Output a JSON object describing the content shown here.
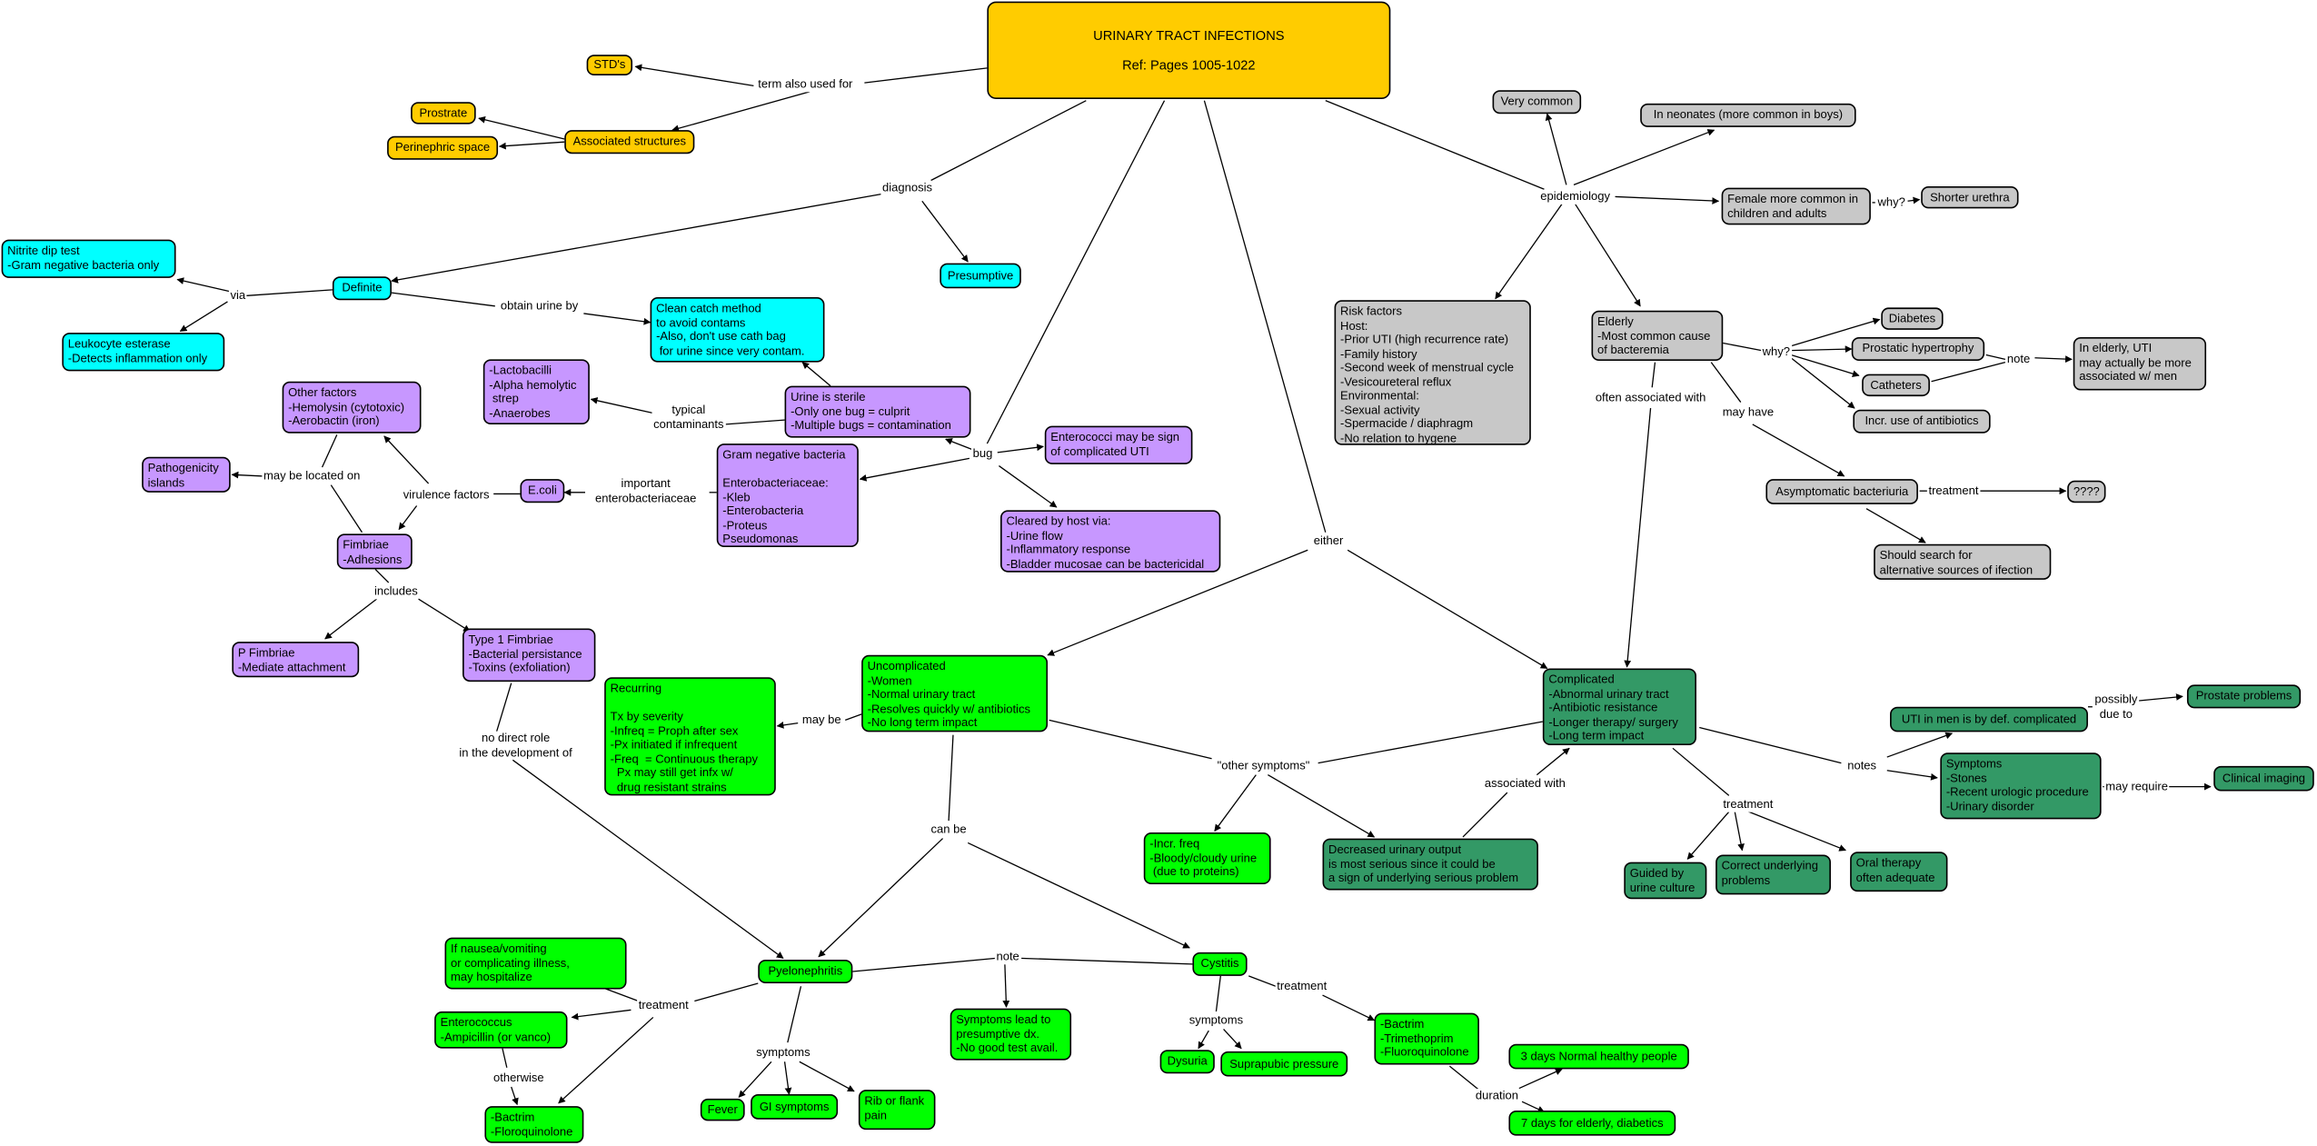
{
  "palette": {
    "gold": "#FFCC00",
    "cyan": "#00FFFF",
    "purple": "#C797FF",
    "gray": "#C8C8C8",
    "green": "#00FF00",
    "darkgreen": "#339966"
  },
  "nodes": {
    "title": {
      "text": "URINARY TRACT INFECTIONS\n\nRef: Pages 1005-1022",
      "color": "gold"
    },
    "stds": {
      "text": "STD's",
      "color": "gold"
    },
    "prostrate": {
      "text": "Prostrate",
      "color": "gold"
    },
    "perinephric": {
      "text": "Perinephric space",
      "color": "gold"
    },
    "associated_structures": {
      "text": "Associated structures",
      "color": "gold"
    },
    "nitrite": {
      "text": "Nitrite dip test\n-Gram negative bacteria only",
      "color": "cyan"
    },
    "leukocyte": {
      "text": "Leukocyte esterase\n-Detects inflammation only",
      "color": "cyan"
    },
    "definite": {
      "text": "Definite",
      "color": "cyan"
    },
    "presumptive": {
      "text": "Presumptive",
      "color": "cyan"
    },
    "clean_catch": {
      "text": "Clean catch method\nto avoid contams\n-Also, don't use cath bag\n for urine since very contam.",
      "color": "cyan"
    },
    "lactobacilli": {
      "text": "-Lactobacilli\n-Alpha hemolytic\n strep\n-Anaerobes",
      "color": "purple"
    },
    "other_factors": {
      "text": "Other factors\n-Hemolysin (cytotoxic)\n-Aerobactin (iron)",
      "color": "purple"
    },
    "urine_sterile": {
      "text": "Urine is sterile\n-Only one bug = culprit\n-Multiple bugs = contamination",
      "color": "purple"
    },
    "pathogenicity": {
      "text": "Pathogenicity\nislands",
      "color": "purple"
    },
    "gram_negative": {
      "text": "Gram negative bacteria\n\nEnterobacteriaceae:\n-Kleb\n-Enterobacteria\n-Proteus\nPseudomonas",
      "color": "purple"
    },
    "ecoli": {
      "text": "E.coli",
      "color": "purple"
    },
    "enterococci_sign": {
      "text": "Enterococci may be sign\nof complicated UTI",
      "color": "purple"
    },
    "cleared": {
      "text": "Cleared by host via:\n-Urine flow\n-Inflammatory response\n-Bladder mucosae can be bactericidal",
      "color": "purple"
    },
    "fimbriae": {
      "text": "Fimbriae\n-Adhesions",
      "color": "purple"
    },
    "p_fimbriae": {
      "text": "P Fimbriae\n-Mediate attachment",
      "color": "purple"
    },
    "type1_fimbriae": {
      "text": "Type 1 Fimbriae\n-Bacterial persistance\n-Toxins (exfoliation)",
      "color": "purple"
    },
    "recurring": {
      "text": "Recurring\n\nTx by severity\n-Infreq = Proph after sex\n-Px initiated if infrequent\n-Freq  = Continuous therapy\n  Px may still get infx w/\n  drug resistant strains",
      "color": "green"
    },
    "uncomplicated": {
      "text": "Uncomplicated\n-Women\n-Normal urinary tract\n-Resolves quickly w/ antibiotics\n-No long term impact",
      "color": "green"
    },
    "risk_factors": {
      "text": "Risk factors\nHost:\n-Prior UTI (high recurrence rate)\n-Family history\n-Second week of menstrual cycle\n-Vesicoureteral reflux\nEnvironmental:\n-Sexual activity\n-Spermacide / diaphragm\n-No relation to hygene",
      "color": "gray"
    },
    "very_common": {
      "text": "Very common",
      "color": "gray"
    },
    "neonates": {
      "text": "In neonates (more common in boys)",
      "color": "gray"
    },
    "female": {
      "text": "Female more common in\nchildren and adults",
      "color": "gray"
    },
    "shorter_urethra": {
      "text": "Shorter urethra",
      "color": "gray"
    },
    "elderly": {
      "text": "Elderly\n-Most common cause\nof bacteremia",
      "color": "gray"
    },
    "diabetes": {
      "text": "Diabetes",
      "color": "gray"
    },
    "prostatic": {
      "text": "Prostatic hypertrophy",
      "color": "gray"
    },
    "catheters": {
      "text": "Catheters",
      "color": "gray"
    },
    "incr_antibiotics": {
      "text": "Incr. use of antibiotics",
      "color": "gray"
    },
    "elderly_men": {
      "text": "In elderly, UTI\nmay actually be more\nassociated w/ men",
      "color": "gray"
    },
    "asymptomatic": {
      "text": "Asymptomatic bacteriuria",
      "color": "gray"
    },
    "unknown": {
      "text": "????",
      "color": "gray"
    },
    "search_sources": {
      "text": "Should search for\nalternative sources of ifection",
      "color": "gray"
    },
    "complicated": {
      "text": "Complicated\n-Abnormal urinary tract\n-Antibiotic resistance\n-Longer therapy/ surgery\n-Long term impact",
      "color": "darkgreen"
    },
    "uti_men": {
      "text": "UTI in men is by def. complicated",
      "color": "darkgreen"
    },
    "prostate_problems": {
      "text": "Prostate problems",
      "color": "darkgreen"
    },
    "symptoms_complicated": {
      "text": "Symptoms\n-Stones\n-Recent urologic procedure\n-Urinary disorder",
      "color": "darkgreen"
    },
    "clinical_imaging": {
      "text": "Clinical imaging",
      "color": "darkgreen"
    },
    "incr_freq": {
      "text": "-Incr. freq\n-Bloody/cloudy urine\n (due to proteins)",
      "color": "green"
    },
    "decreased_output": {
      "text": "Decreased urinary output\nis most serious since it could be\na sign of underlying serious problem",
      "color": "darkgreen"
    },
    "guided_culture": {
      "text": "Guided by\nurine culture",
      "color": "darkgreen"
    },
    "correct_underlying": {
      "text": "Correct underlying\nproblems",
      "color": "darkgreen"
    },
    "oral_therapy": {
      "text": "Oral therapy\noften adequate",
      "color": "darkgreen"
    },
    "pyelonephritis": {
      "text": "Pyelonephritis",
      "color": "green"
    },
    "cystitis": {
      "text": "Cystitis",
      "color": "green"
    },
    "hospitalize": {
      "text": "If nausea/vomiting\nor complicating illness,\nmay hospitalize",
      "color": "green"
    },
    "enterococcus": {
      "text": "Enterococcus\n-Ampicillin (or vanco)",
      "color": "green"
    },
    "bactrim_floro": {
      "text": "-Bactrim\n-Floroquinolone",
      "color": "green"
    },
    "presumptive_dx": {
      "text": "Symptoms lead to\npresumptive dx.\n-No good test avail.",
      "color": "green"
    },
    "fever": {
      "text": "Fever",
      "color": "green"
    },
    "gi_symptoms": {
      "text": "GI symptoms",
      "color": "green"
    },
    "rib_flank": {
      "text": "Rib or flank\npain",
      "color": "green"
    },
    "dysuria": {
      "text": "Dysuria",
      "color": "green"
    },
    "suprapubic": {
      "text": "Suprapubic pressure",
      "color": "green"
    },
    "bactrim_trim": {
      "text": "-Bactrim\n-Trimethoprim\n-Fluoroquinolone",
      "color": "green"
    },
    "three_days": {
      "text": "3 days Normal healthy people",
      "color": "green"
    },
    "seven_days": {
      "text": "7 days for elderly, diabetics",
      "color": "green"
    }
  },
  "link_labels": {
    "term_also_used_for": "term also used for",
    "diagnosis": "diagnosis",
    "via": "via",
    "obtain_urine_by": "obtain urine by",
    "typical_contaminants": "typical\ncontaminants",
    "bug": "bug",
    "important_enterobacteriaceae": "important\nenterobacteriaceae",
    "virulence_factors": "virulence factors",
    "may_be_located_on": "may be located on",
    "includes": "includes",
    "no_direct_role": "no direct role\nin the development of",
    "either": "either",
    "may_be": "may be",
    "other_symptoms": "\"other symptoms\"",
    "associated_with": "associated with",
    "can_be": "can be",
    "note_pyelo": "note",
    "treatment_pyelo": "treatment",
    "otherwise": "otherwise",
    "symptoms_pyelo": "symptoms",
    "symptoms_cystitis": "symptoms",
    "treatment_cystitis": "treatment",
    "duration": "duration",
    "epidemiology": "epidemiology",
    "why_female": "why?",
    "why_elderly": "why?",
    "note_elderly": "note",
    "often_associated_with": "often associated with",
    "may_have": "may have",
    "treatment_asymptomatic": "treatment",
    "treatment_complicated": "treatment",
    "notes": "notes",
    "possibly_due_to": "possibly\ndue to",
    "may_require": "may require"
  }
}
